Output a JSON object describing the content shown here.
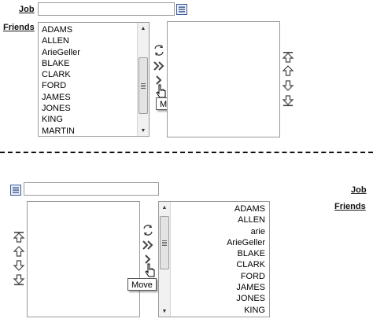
{
  "top": {
    "job_label": "Job",
    "job_value": "",
    "friends_label": "Friends",
    "available": [
      "ADAMS",
      "ALLEN",
      "ArieGeller",
      "BLAKE",
      "CLARK",
      "FORD",
      "JAMES",
      "JONES",
      "KING",
      "MARTIN"
    ],
    "selected": [],
    "tooltip": "Move"
  },
  "bottom": {
    "job_label": "Job",
    "job_value": "",
    "friends_label": "Friends",
    "available": [
      "ADAMS",
      "ALLEN",
      "arie",
      "ArieGeller",
      "BLAKE",
      "CLARK",
      "FORD",
      "JAMES",
      "JONES",
      "KING"
    ],
    "selected": [],
    "tooltip": "Move"
  },
  "icons": {
    "lov": "list-of-values-icon",
    "remove_all": "move-all-back-icon",
    "move_all": "move-all-icon",
    "move": "move-icon",
    "cursor": "hand-pointer-icon",
    "top": "move-to-top-icon",
    "up": "move-up-icon",
    "down": "move-down-icon",
    "bottom": "move-to-bottom-icon"
  }
}
